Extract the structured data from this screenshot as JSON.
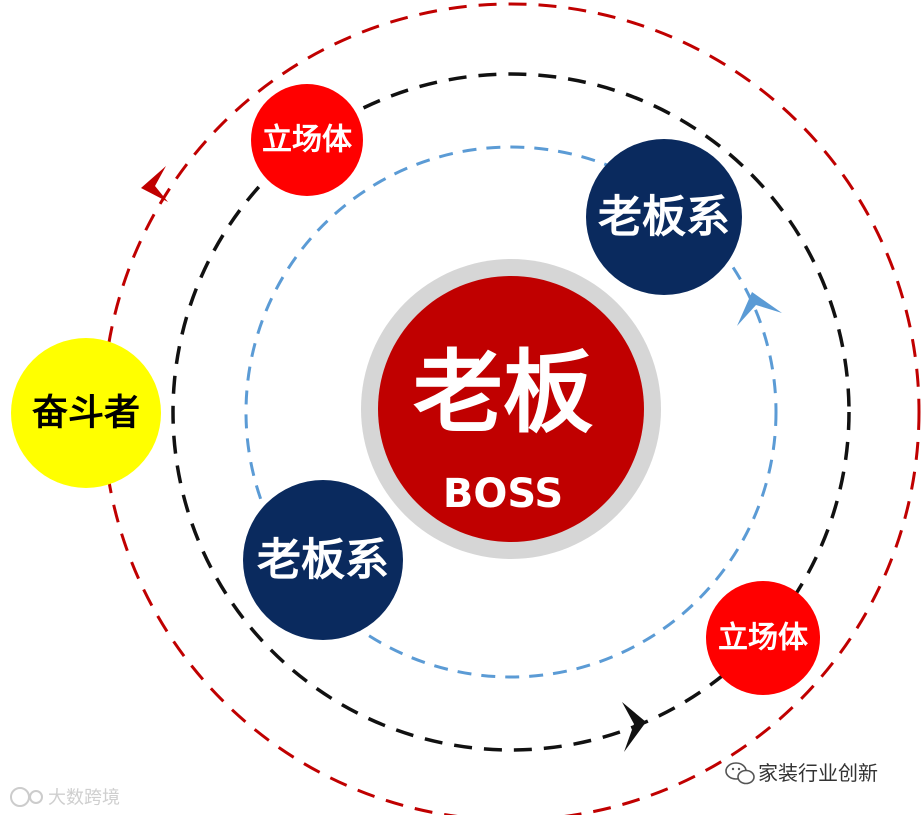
{
  "center": {
    "title": "老板",
    "subtitle": "BOSS"
  },
  "nodes": {
    "boss_system_top": "老板系",
    "boss_system_bottom": "老板系",
    "stance_top": "立场体",
    "stance_bottom": "立场体",
    "striver": "奋斗者"
  },
  "watermarks": {
    "wechat_account": "家装行业创新",
    "site_logo": "大数跨境"
  },
  "colors": {
    "dark_red": "#c00000",
    "bright_red": "#ff0000",
    "navy": "#0a2a5e",
    "yellow": "#ffff00",
    "blue_dash": "#5b9bd5",
    "black_dash": "#111111",
    "gray_ring": "#d6d6d6"
  }
}
